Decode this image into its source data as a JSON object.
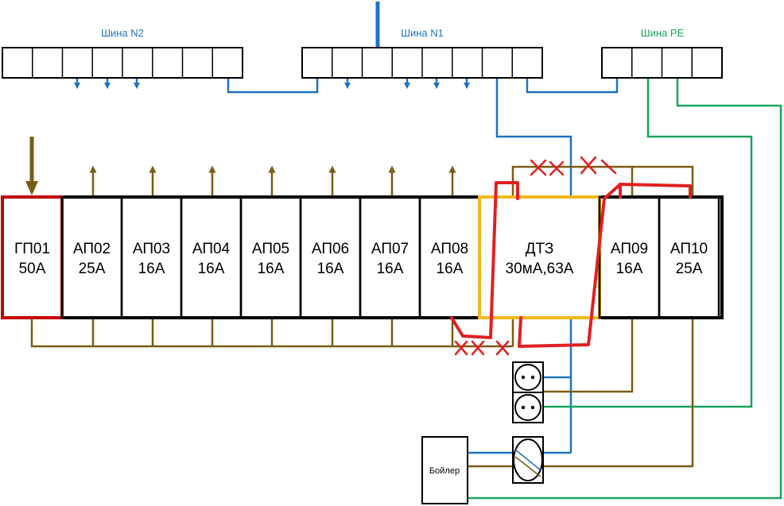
{
  "colors": {
    "neutral": "#1e73be",
    "pe": "#1aa35a",
    "phase": "#7a5c14",
    "line": "#000000",
    "main_breaker_border": "#c00000",
    "rcd_border": "#f2b81c",
    "annotation": "#e02020"
  },
  "buses": [
    {
      "label": "Шина N2",
      "color_key": "neutral"
    },
    {
      "label": "Шина N1",
      "color_key": "neutral"
    },
    {
      "label": "Шина PE",
      "color_key": "pe"
    }
  ],
  "breakers": [
    {
      "name": "ГП01",
      "rating": "50А"
    },
    {
      "name": "АП02",
      "rating": "25А"
    },
    {
      "name": "АП03",
      "rating": "16А"
    },
    {
      "name": "АП04",
      "rating": "16А"
    },
    {
      "name": "АП05",
      "rating": "16А"
    },
    {
      "name": "АП06",
      "rating": "16А"
    },
    {
      "name": "АП07",
      "rating": "16А"
    },
    {
      "name": "АП08",
      "rating": "16А"
    },
    {
      "name": "ДТЗ",
      "rating": "30мА,63А"
    },
    {
      "name": "АП09",
      "rating": "16А"
    },
    {
      "name": "АП10",
      "rating": "25А"
    }
  ],
  "boiler": {
    "label": "Бойлер"
  },
  "icons": [
    "socket-icon",
    "socket-icon",
    "switch-icon",
    "cross-mark-icon"
  ]
}
